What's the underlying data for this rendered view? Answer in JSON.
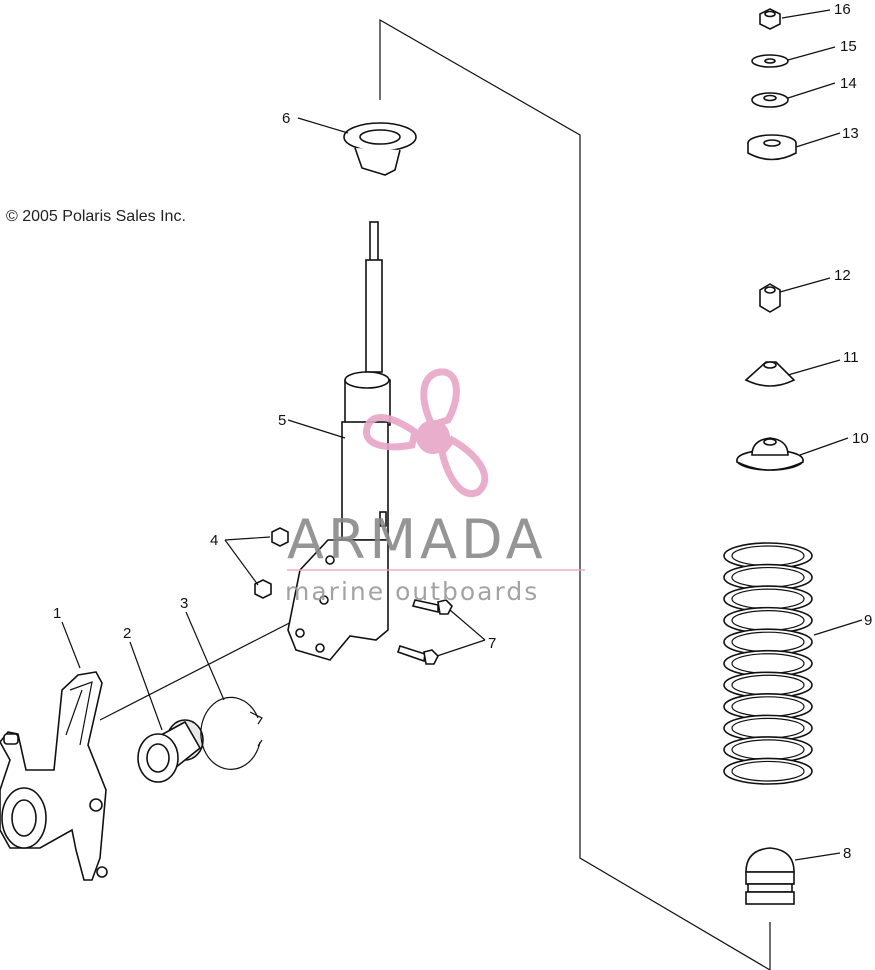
{
  "copyright": "© 2005 Polaris Sales Inc.",
  "watermark": {
    "title": "ARMADA",
    "subtitle": "marine outboards",
    "color": "#e8a6c8"
  },
  "callouts": [
    "1",
    "2",
    "3",
    "4",
    "5",
    "6",
    "7",
    "8",
    "9",
    "10",
    "11",
    "12",
    "13",
    "14",
    "15",
    "16"
  ]
}
